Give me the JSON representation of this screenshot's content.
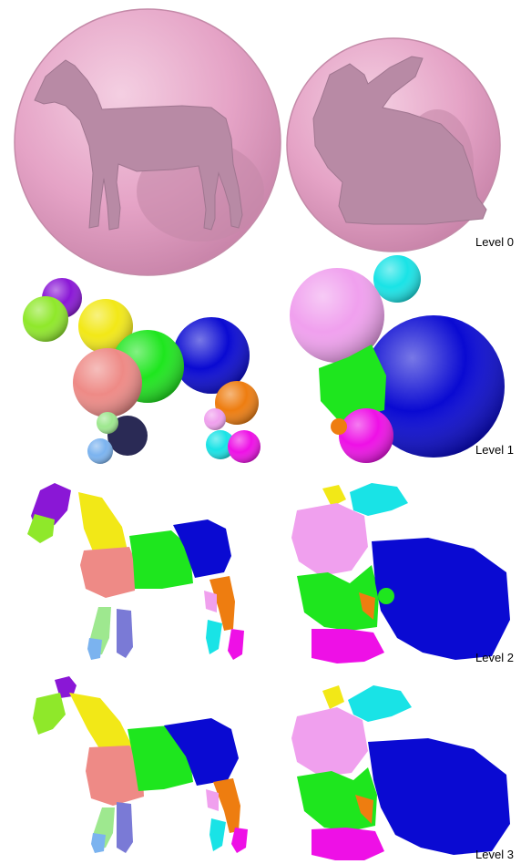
{
  "levels": [
    {
      "label": "Level 0"
    },
    {
      "label": "Level 1"
    },
    {
      "label": "Level 2"
    },
    {
      "label": "Level 3"
    }
  ],
  "models": [
    "horse",
    "bunny"
  ],
  "colors": {
    "bounding_sphere": "#e7a7c9",
    "mesh": "#b98aa6",
    "background": "#ffffff",
    "purple": "#8a17d6",
    "lime": "#8fe82a",
    "yellow": "#f2e817",
    "salmon": "#ee8a86",
    "green": "#1ee61e",
    "blue": "#0a0ad2",
    "orange": "#ee7d10",
    "pink": "#f0a0ee",
    "magenta": "#ee10e6",
    "cyan": "#19e3e6",
    "lightgreen": "#9ee88f",
    "lightblue": "#7bb3ef",
    "slate": "#7a7ad6",
    "navy": "#2a2a55"
  }
}
